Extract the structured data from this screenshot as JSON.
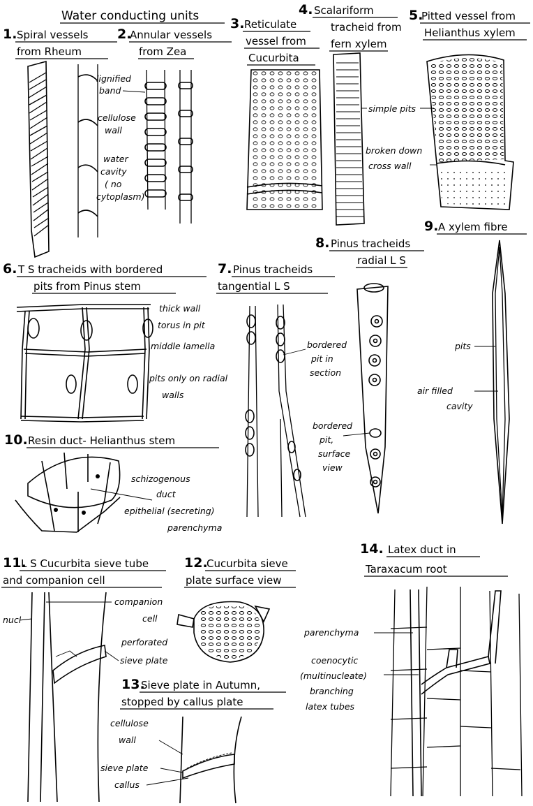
{
  "header": {
    "title": "Water conducting units"
  },
  "figures": [
    {
      "num": "1.",
      "title": [
        "Spiral vessels",
        "from Rheum"
      ]
    },
    {
      "num": "2.",
      "title": [
        "Annular vessels",
        "from Zea"
      ]
    },
    {
      "num": "3.",
      "title": [
        "Reticulate",
        "vessel from",
        "Cucurbita"
      ]
    },
    {
      "num": "4.",
      "title": [
        "Scalariform",
        "tracheid from",
        "fern xylem"
      ]
    },
    {
      "num": "5.",
      "title": [
        "Pitted vessel from",
        "Helianthus xylem"
      ]
    },
    {
      "num": "6.",
      "title": [
        "T S tracheids with bordered",
        "pits from Pinus stem"
      ]
    },
    {
      "num": "7.",
      "title": [
        "Pinus tracheids",
        "tangential L S"
      ]
    },
    {
      "num": "8.",
      "title": [
        "Pinus tracheids",
        "radial L S"
      ]
    },
    {
      "num": "9.",
      "title": [
        "A xylem fibre"
      ]
    },
    {
      "num": "10.",
      "title": [
        "Resin duct- Helianthus stem"
      ]
    },
    {
      "num": "11.",
      "title": [
        "L S Cucurbita sieve tube",
        "and companion cell"
      ]
    },
    {
      "num": "12.",
      "title": [
        "Cucurbita sieve",
        "plate surface view"
      ]
    },
    {
      "num": "13.",
      "title": [
        "Sieve plate in Autumn,",
        "stopped by callus plate"
      ]
    },
    {
      "num": "14.",
      "title": [
        "Latex duct in",
        "Taraxacum root"
      ]
    }
  ],
  "labels": {
    "lignified_band": [
      "lignified",
      "band"
    ],
    "cellulose_wall_1": [
      "cellulose",
      "wall"
    ],
    "water_cavity": [
      "water",
      "cavity",
      "( no",
      "cytoplasm)"
    ],
    "simple_pits": "simple pits",
    "broken_down": [
      "broken down",
      "cross wall"
    ],
    "thick_wall": "thick wall",
    "torus": "torus in pit",
    "middle_lamella": "middle lamella",
    "pits_radial": [
      "pits only on radial",
      "walls"
    ],
    "bordered_section": [
      "bordered",
      "pit in",
      "section"
    ],
    "bordered_surface": [
      "bordered",
      "pit,",
      "surface",
      "view"
    ],
    "pits": "pits",
    "air_filled": [
      "air filled",
      "cavity"
    ],
    "schizogenous": [
      "schizogenous",
      "duct"
    ],
    "epithelial": [
      "epithelial (secreting)",
      "parenchyma"
    ],
    "companion": [
      "companion",
      "cell"
    ],
    "nucl": "nucl",
    "perforated": "perforated",
    "sieve_plate": "sieve plate",
    "cellulose_wall_2": [
      "cellulose",
      "wall"
    ],
    "sieve_plate_callus": [
      "sieve plate",
      "callus"
    ],
    "parenchyma": "parenchyma",
    "coenocytic": [
      "coenocytic",
      "(multinucleate)",
      "branching",
      "latex tubes"
    ]
  }
}
